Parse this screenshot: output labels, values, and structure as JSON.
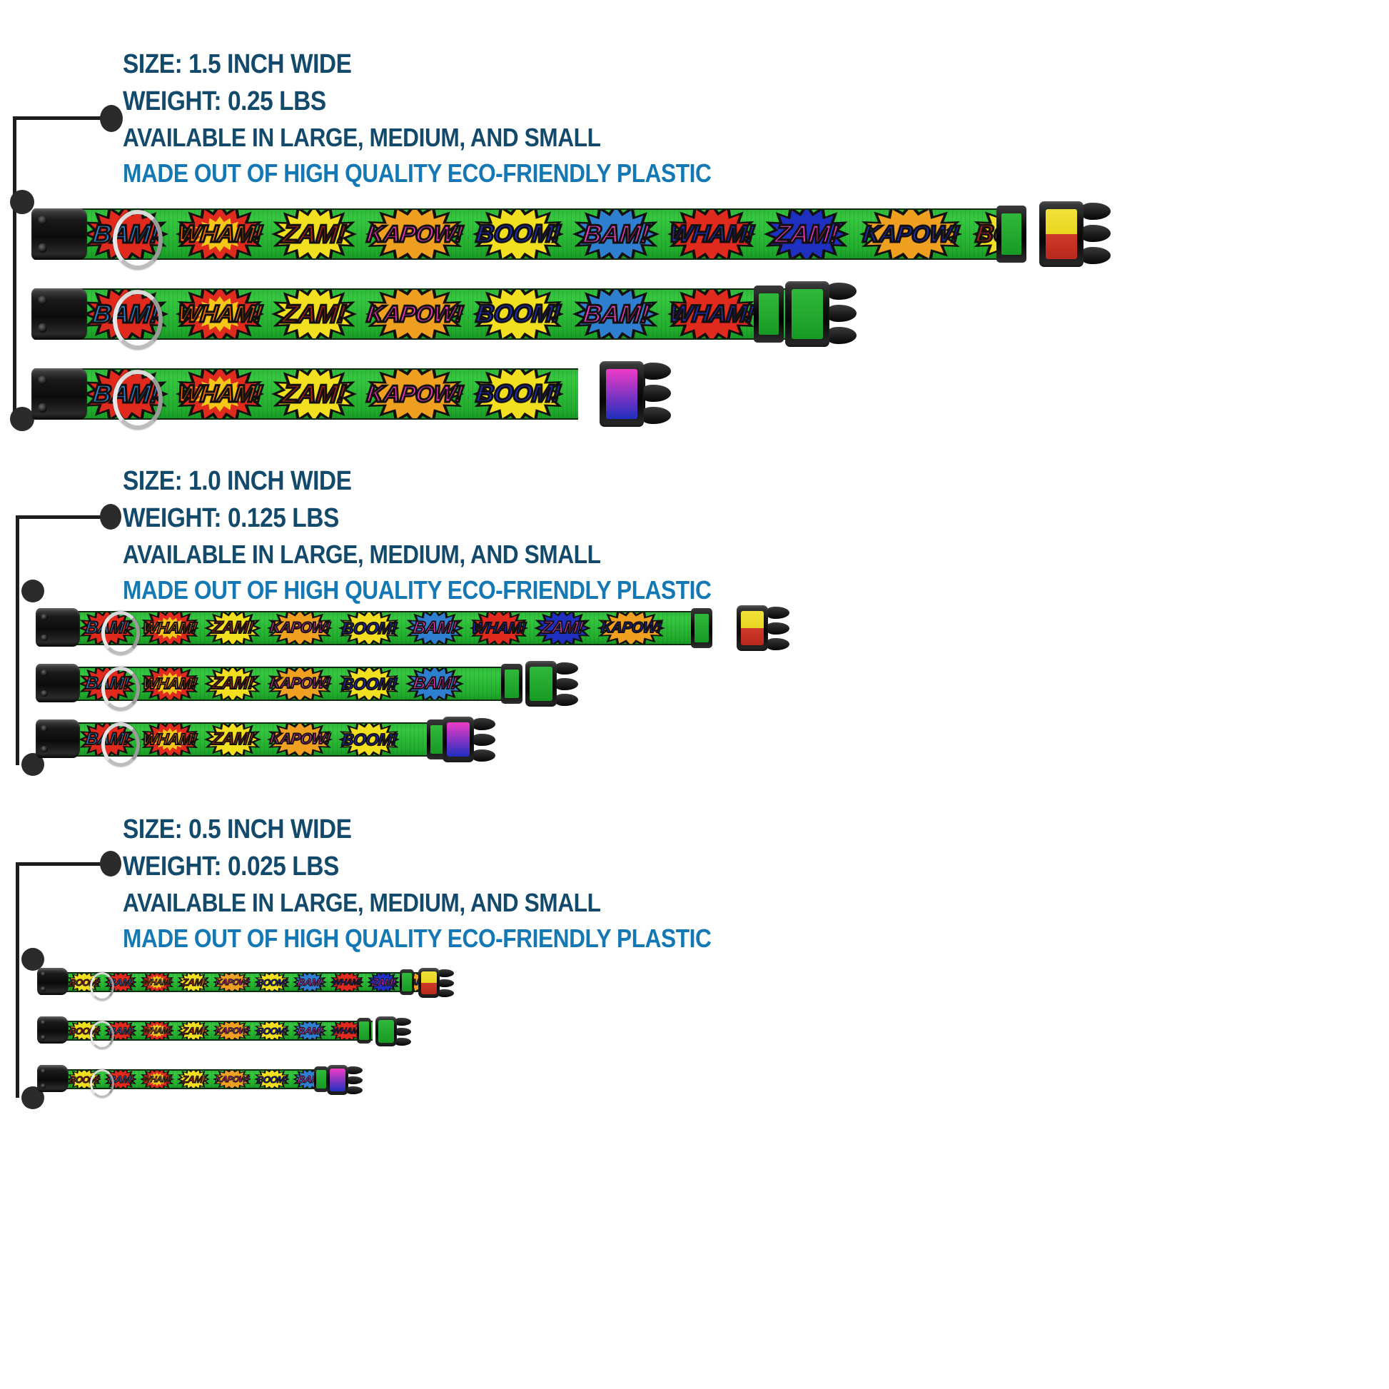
{
  "page": {
    "title": "Dog Collar Size Specification Infographic",
    "background": "#ffffff"
  },
  "colors": {
    "heading_navy": "#134a6b",
    "accent_blue": "#1478b5",
    "leader_black": "#1d1d1d",
    "webbing_green": "#2fb93a",
    "hardware_black": "#111111",
    "dring_silver": "#d8d8d8"
  },
  "sections": [
    {
      "id": "size-1-5",
      "size_label": "SIZE: 1.5 INCH WIDE",
      "weight_label": "WEIGHT: 0.25 LBS",
      "availability_label": "AVAILABLE IN LARGE, MEDIUM, AND SMALL",
      "material_label": "MADE OUT OF HIGH QUALITY ECO-FRIENDLY PLASTIC",
      "collars": [
        {
          "variant": "LARGE",
          "width_in": 1.5
        },
        {
          "variant": "MEDIUM",
          "width_in": 1.5
        },
        {
          "variant": "SMALL",
          "width_in": 1.5
        }
      ]
    },
    {
      "id": "size-1-0",
      "size_label": "SIZE: 1.0 INCH WIDE",
      "weight_label": "WEIGHT: 0.125 LBS",
      "availability_label": "AVAILABLE IN LARGE, MEDIUM, AND SMALL",
      "material_label": "MADE OUT OF HIGH QUALITY ECO-FRIENDLY PLASTIC",
      "collars": [
        {
          "variant": "LARGE",
          "width_in": 1.0
        },
        {
          "variant": "MEDIUM",
          "width_in": 1.0
        },
        {
          "variant": "SMALL",
          "width_in": 1.0
        }
      ]
    },
    {
      "id": "size-0-5",
      "size_label": "SIZE: 0.5 INCH WIDE",
      "weight_label": "WEIGHT: 0.025 LBS",
      "availability_label": "AVAILABLE IN LARGE, MEDIUM, AND SMALL",
      "material_label": "MADE OUT OF HIGH QUALITY ECO-FRIENDLY PLASTIC",
      "collars": [
        {
          "variant": "LARGE",
          "width_in": 0.5
        },
        {
          "variant": "MEDIUM",
          "width_in": 0.5
        },
        {
          "variant": "SMALL",
          "width_in": 0.5
        }
      ]
    }
  ],
  "pattern": {
    "name": "comic-book-burst-print",
    "background_color": "#2fb93a",
    "words": [
      {
        "text": "BAM!",
        "text_color": "#2f7fd0",
        "burst_color": "#e02a1d",
        "burst2_color": "#2f7fd0"
      },
      {
        "text": "WHAM!",
        "text_color": "#f07010",
        "burst_color": "#e02a1d",
        "burst2_color": "#f5c518"
      },
      {
        "text": "ZAM!",
        "text_color": "#a8251c",
        "burst_color": "#f2e020",
        "burst2_color": "#e02a1d"
      },
      {
        "text": "KAPOW!",
        "text_color": "#ef3bc6",
        "burst_color": "#f0a020",
        "burst2_color": "#ef3bc6"
      },
      {
        "text": "BOOM!",
        "text_color": "#1f2fc0",
        "burst_color": "#f2e020",
        "burst2_color": "#1f2fc0"
      },
      {
        "text": "BAM!",
        "text_color": "#ef3bc6",
        "burst_color": "#2f7fd0",
        "burst2_color": "#ef3bc6"
      },
      {
        "text": "WHAM!",
        "text_color": "#1f2fc0",
        "burst_color": "#e02a1d",
        "burst2_color": "#2f7fd0"
      },
      {
        "text": "ZAM!",
        "text_color": "#ef3bc6",
        "burst_color": "#1f2fc0",
        "burst2_color": "#f2e020"
      },
      {
        "text": "KAPOW!",
        "text_color": "#1f2fc0",
        "burst_color": "#f0a020",
        "burst2_color": "#f0a020"
      },
      {
        "text": "BOOM!",
        "text_color": "#a8251c",
        "burst_color": "#f2e020",
        "burst2_color": "#e02a1d"
      }
    ]
  },
  "hardware": {
    "male_buckle": "side-release-buckle",
    "d_ring": "d-ring",
    "slider": "tri-glide-slider",
    "female_buckle": "female-buckle-receiver"
  }
}
